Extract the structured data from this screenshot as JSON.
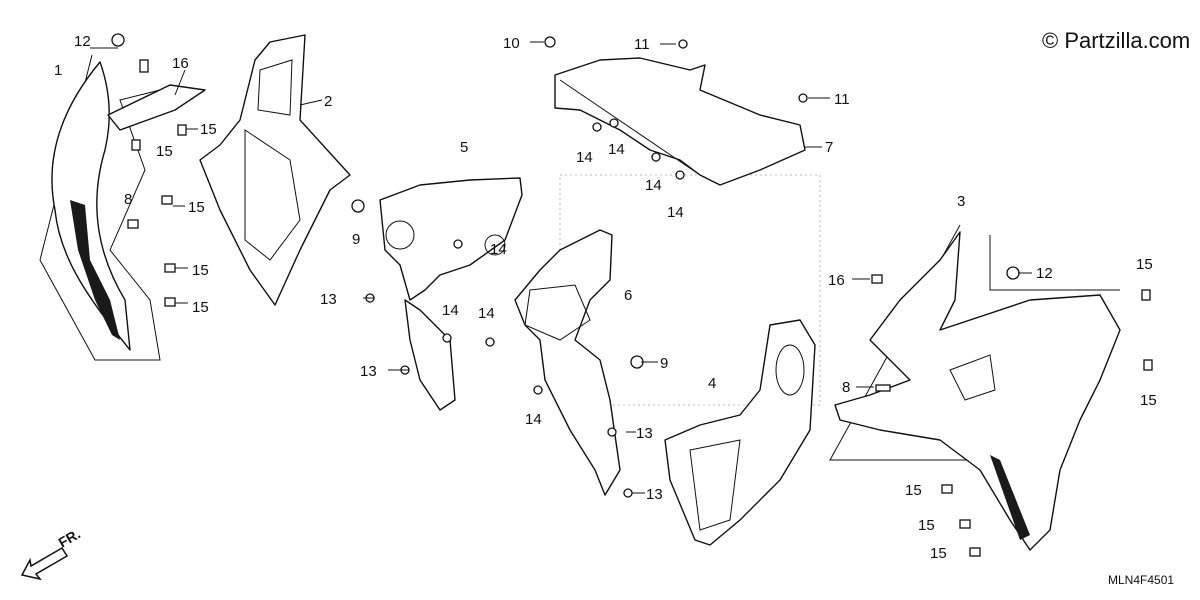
{
  "watermark": "© Partzilla.com",
  "diagram_code": "MLN4F4501",
  "front_marker": "FR.",
  "callouts": {
    "c1": "1",
    "c2": "2",
    "c3": "3",
    "c4": "4",
    "c5": "5",
    "c6": "6",
    "c7": "7",
    "c8a": "8",
    "c8b": "8",
    "c9a": "9",
    "c9b": "9",
    "c10": "10",
    "c11a": "11",
    "c11b": "11",
    "c12a": "12",
    "c12b": "12",
    "c13a": "13",
    "c13b": "13",
    "c13c": "13",
    "c13d": "13",
    "c14a": "14",
    "c14b": "14",
    "c14c": "14",
    "c14d": "14",
    "c14e": "14",
    "c14f": "14",
    "c14g": "14",
    "c14h": "14",
    "c15a": "15",
    "c15b": "15",
    "c15c": "15",
    "c15d": "15",
    "c15e": "15",
    "c15f": "15",
    "c15g": "15",
    "c15h": "15",
    "c15i": "15",
    "c15j": "15",
    "c16a": "16",
    "c16b": "16"
  }
}
